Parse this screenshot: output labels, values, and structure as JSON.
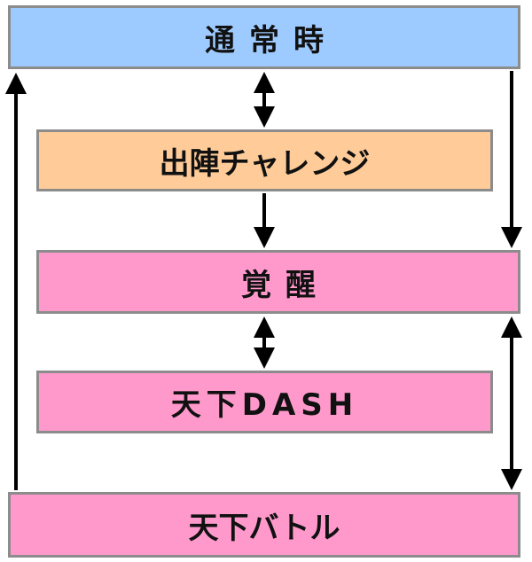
{
  "nodes": {
    "normal": "通常時",
    "shutsujin": "出陣チャレンジ",
    "kakusei": "覚醒",
    "dash": "天下DASH",
    "battle": "天下バトル"
  },
  "colors": {
    "normal": "#9ecbff",
    "shutsujin": "#ffcc99",
    "kakusei": "#ff99cc",
    "dash": "#ff99cc",
    "battle": "#ff99cc",
    "arrow": "#000000"
  }
}
